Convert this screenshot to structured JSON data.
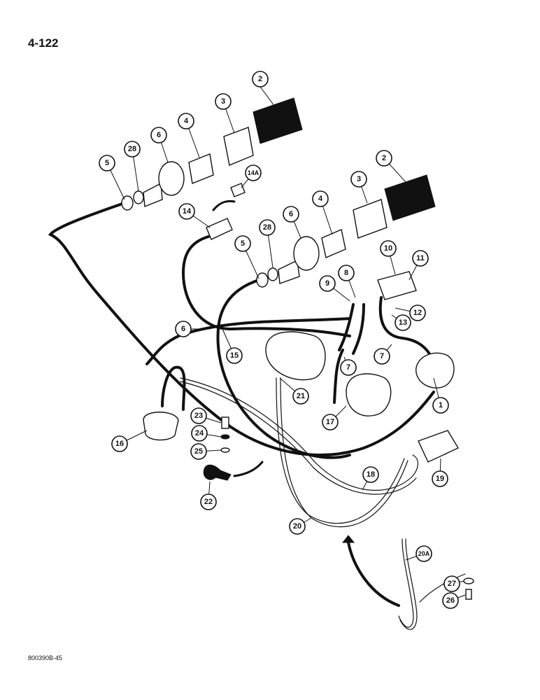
{
  "page": {
    "page_number": "4-122",
    "doc_code": "800390B-45"
  },
  "callouts": [
    {
      "label": "1"
    },
    {
      "label": "2"
    },
    {
      "label": "2"
    },
    {
      "label": "3"
    },
    {
      "label": "3"
    },
    {
      "label": "4"
    },
    {
      "label": "4"
    },
    {
      "label": "5"
    },
    {
      "label": "5"
    },
    {
      "label": "6"
    },
    {
      "label": "6"
    },
    {
      "label": "6"
    },
    {
      "label": "7"
    },
    {
      "label": "7"
    },
    {
      "label": "8"
    },
    {
      "label": "9"
    },
    {
      "label": "10"
    },
    {
      "label": "11"
    },
    {
      "label": "12"
    },
    {
      "label": "13"
    },
    {
      "label": "14"
    },
    {
      "label": "14A"
    },
    {
      "label": "15"
    },
    {
      "label": "16"
    },
    {
      "label": "17"
    },
    {
      "label": "18"
    },
    {
      "label": "19"
    },
    {
      "label": "20"
    },
    {
      "label": "20A"
    },
    {
      "label": "21"
    },
    {
      "label": "22"
    },
    {
      "label": "23"
    },
    {
      "label": "24"
    },
    {
      "label": "25"
    },
    {
      "label": "26"
    },
    {
      "label": "27"
    },
    {
      "label": "28"
    },
    {
      "label": "28"
    }
  ]
}
